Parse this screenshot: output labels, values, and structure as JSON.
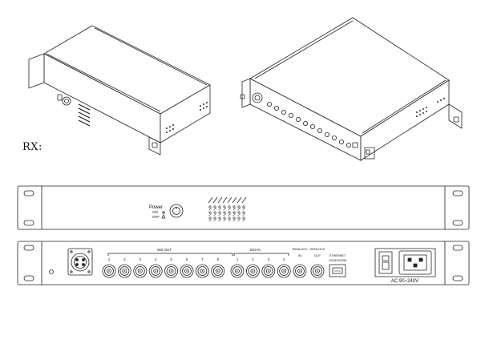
{
  "section_label": "RX:",
  "front_panel": {
    "power_label": "Power",
    "on_label": "ON",
    "off_label": "OFF"
  },
  "rear_panel": {
    "sdi_out_label": "SDI OUT",
    "sdi_out_numbers": [
      "1",
      "2",
      "3",
      "4",
      "5",
      "6",
      "7",
      "8"
    ],
    "sdi_in_label": "SDI IN",
    "sdi_in_numbers": [
      "1",
      "2",
      "3",
      "4"
    ],
    "genlock_in_label": "GENLOCK",
    "genlock_in_sub": "IN",
    "genlock_out_label": "GENLOCK",
    "genlock_out_sub": "OUT",
    "ethernet_label": "ETHERNET",
    "ethernet_sub": "10/100/1000M",
    "ac_label": "AC 90~240V"
  }
}
